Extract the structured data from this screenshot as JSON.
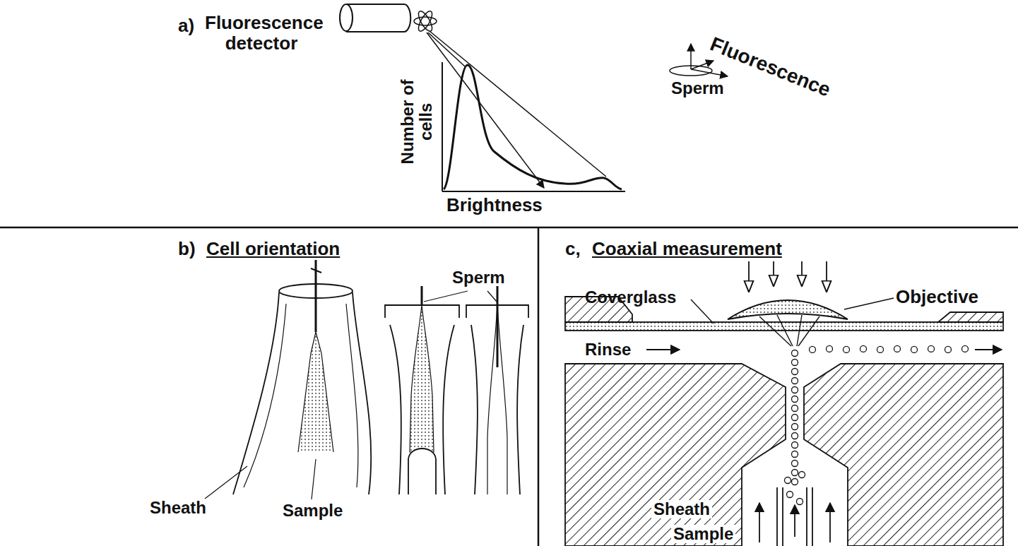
{
  "diagram": {
    "labels": [
      "a)",
      "Fluorescence detector",
      "Number of cells",
      "Brightness",
      "Fluorescence",
      "Sperm",
      "b)",
      "Cell orientation",
      "Sperm",
      "Sheath",
      "Sample",
      "c,",
      "Coaxial measurement",
      "Coverglass",
      "Objective",
      "Rinse",
      "Sheath",
      "Sample"
    ]
  }
}
